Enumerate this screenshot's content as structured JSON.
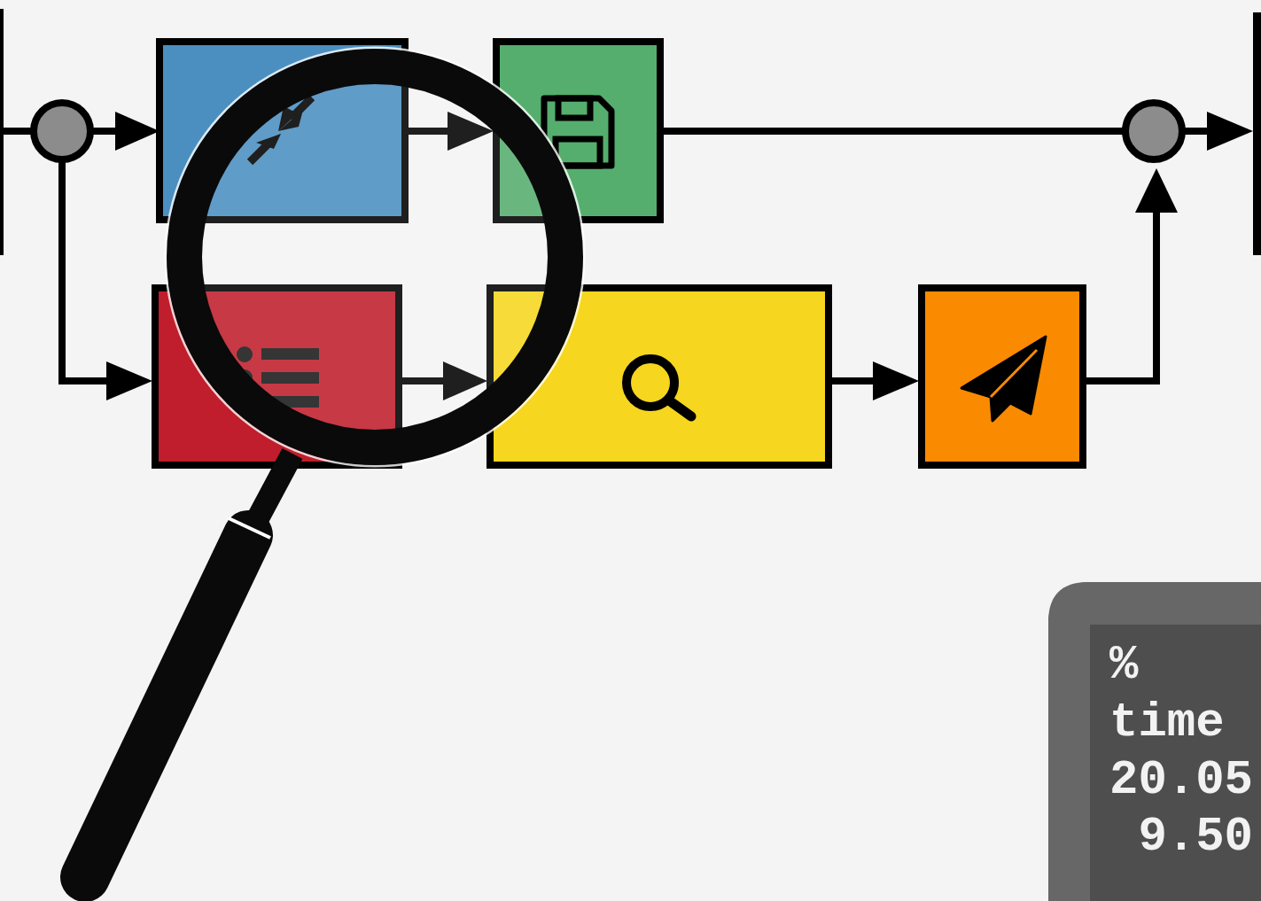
{
  "diagram": {
    "nodes": [
      {
        "text": [
          "% time",
          "20.05",
          "9.50"
        ]
      }
    ]
  }
}
